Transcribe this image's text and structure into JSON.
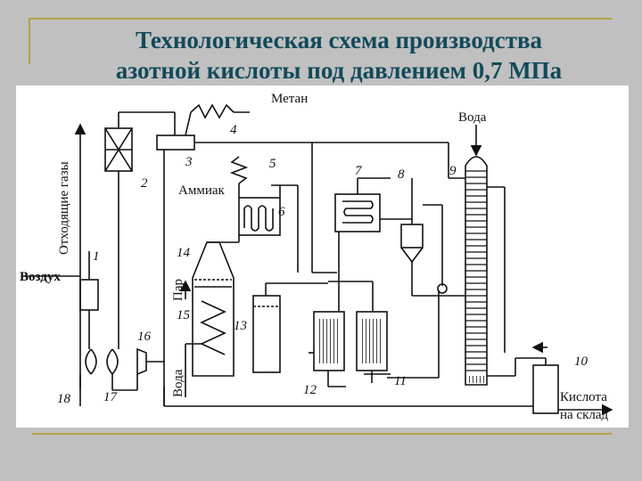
{
  "title": {
    "line1": "Технологическая схема производства",
    "line2": "азотной кислоты под давлением 0,7 МПа"
  },
  "labels": {
    "methane": "Метан",
    "water_top": "Вода",
    "exhaust_gases": "Отходящие газы",
    "ammonia": "Аммиак",
    "steam": "Пар",
    "air": "Воздух",
    "water_bottom": "Вода",
    "acid_line1": "Кислота",
    "acid_line2": "на склад"
  },
  "numbers": {
    "n1": "1",
    "n2": "2",
    "n3": "3",
    "n4": "4",
    "n5": "5",
    "n6": "6",
    "n7": "7",
    "n8": "8",
    "n9": "9",
    "n10": "10",
    "n11": "11",
    "n12": "12",
    "n13": "13",
    "n14": "14",
    "n15": "15",
    "n16": "16",
    "n17": "17",
    "n18": "18"
  },
  "colors": {
    "background": "#c0c0c0",
    "title": "#124a5a",
    "frame": "#b8a04a",
    "ink": "#111111"
  }
}
